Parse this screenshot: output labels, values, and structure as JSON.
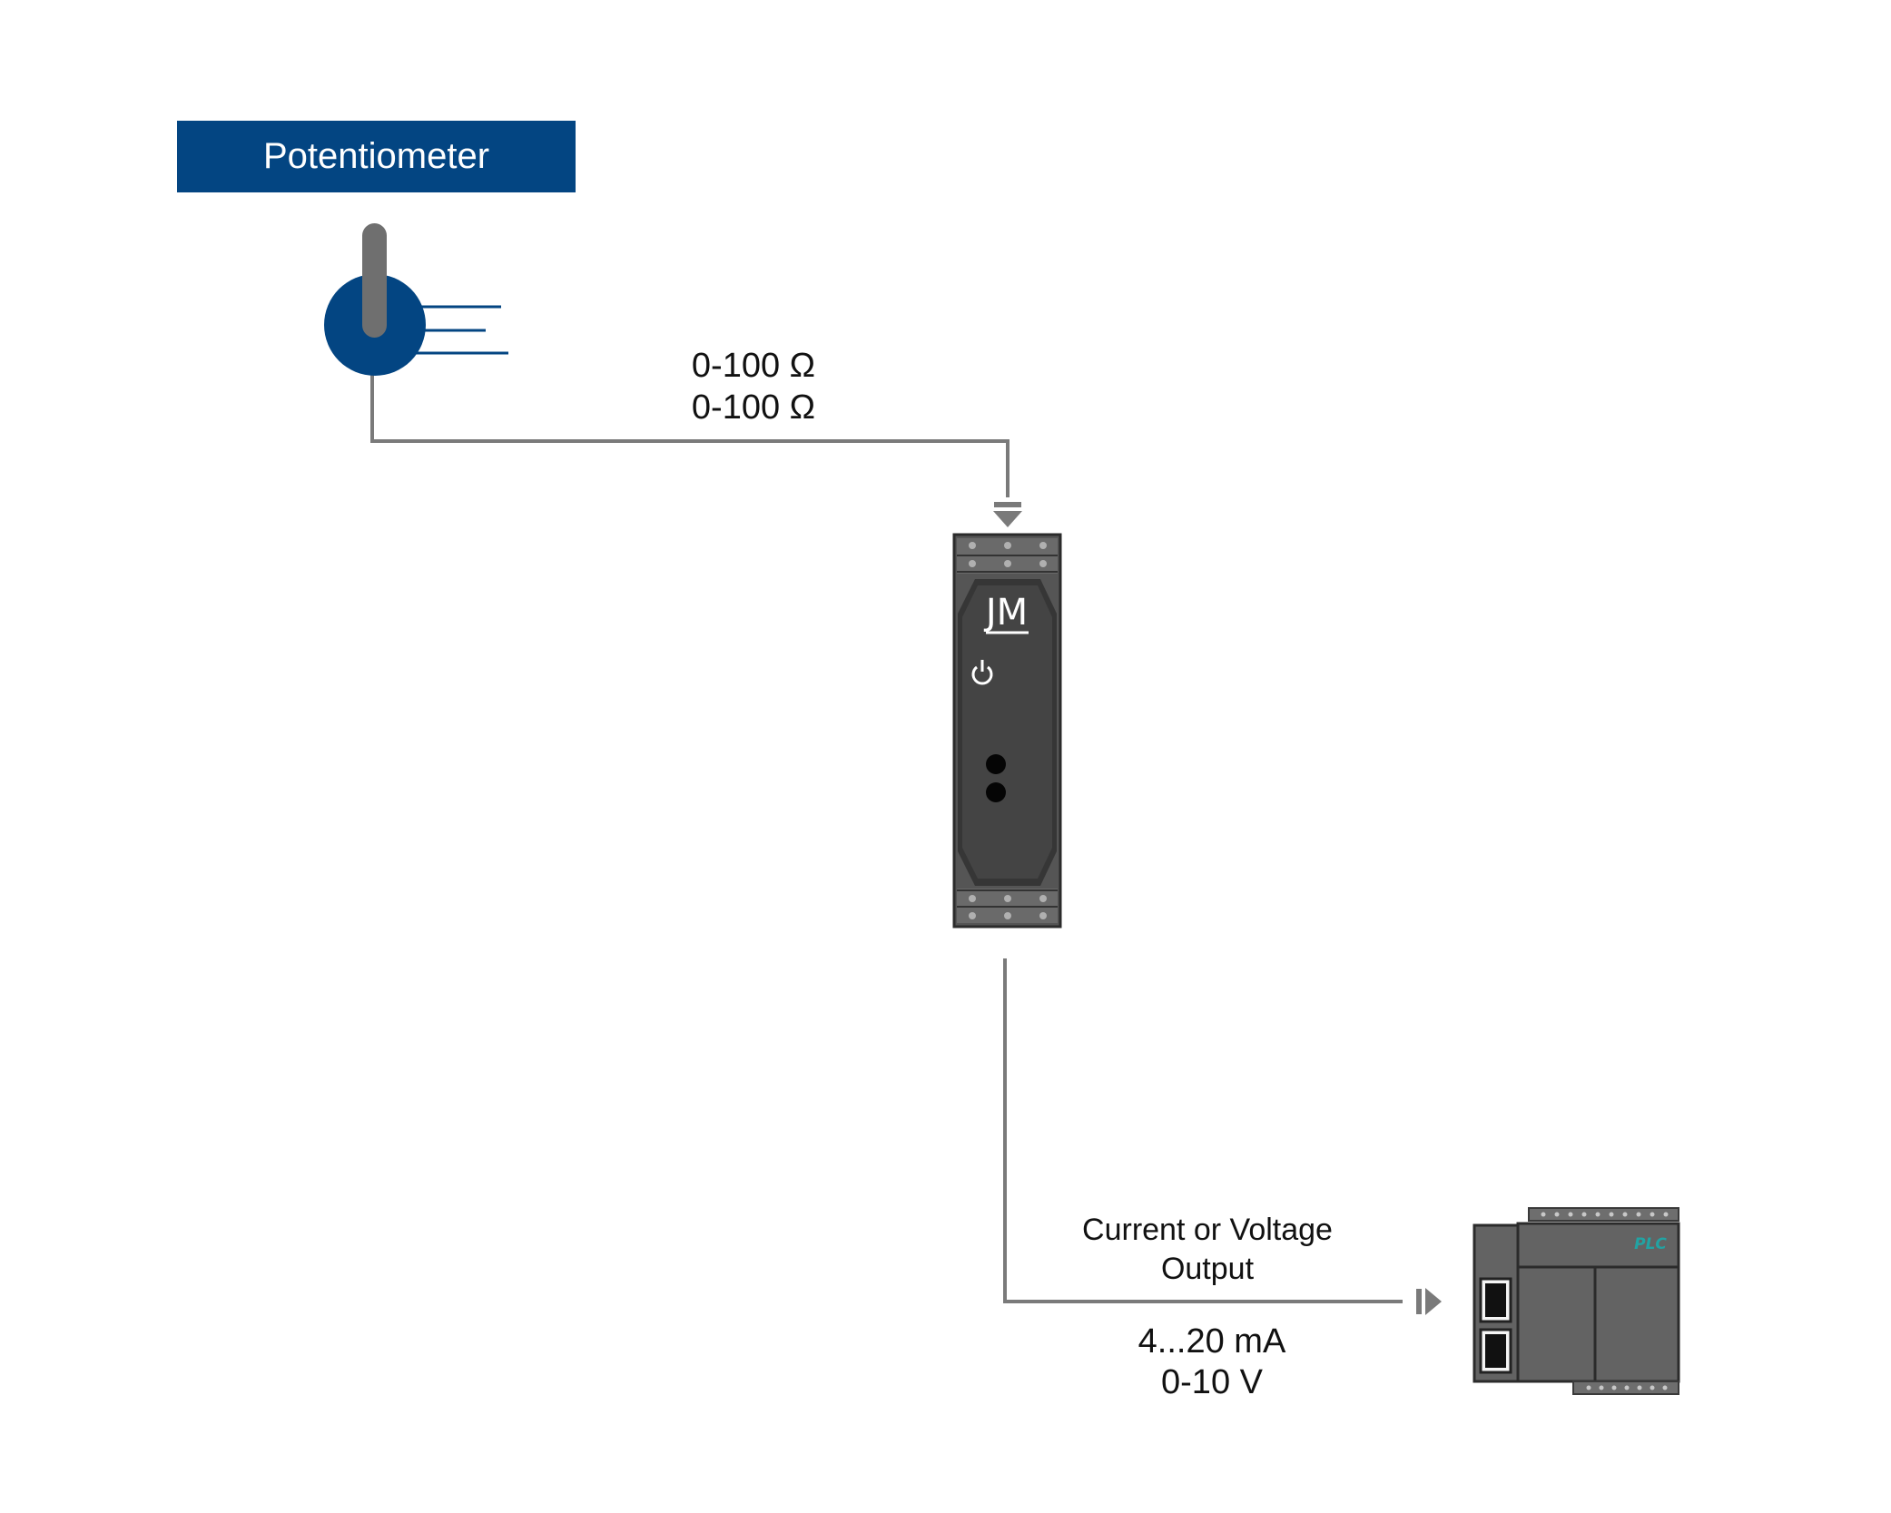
{
  "title": "Potentiometer",
  "input_signal": {
    "line1": "0-100 Ω",
    "line2": "0-100 Ω"
  },
  "output_description": {
    "line1": "Current or Voltage",
    "line2": "Output"
  },
  "output_ranges": {
    "line1": "4...20 mA",
    "line2": "0-10 V"
  },
  "converter_logo": "JM",
  "plc_label": "PLC",
  "colors": {
    "brand_blue": "#034582",
    "wire_gray": "#7a7a7a",
    "device_dark": "#3f3f3f",
    "plc_gray": "#636363",
    "plc_text": "#22a3a3"
  },
  "icons": [
    "potentiometer-icon",
    "signal-converter",
    "plc-icon",
    "power-icon"
  ]
}
